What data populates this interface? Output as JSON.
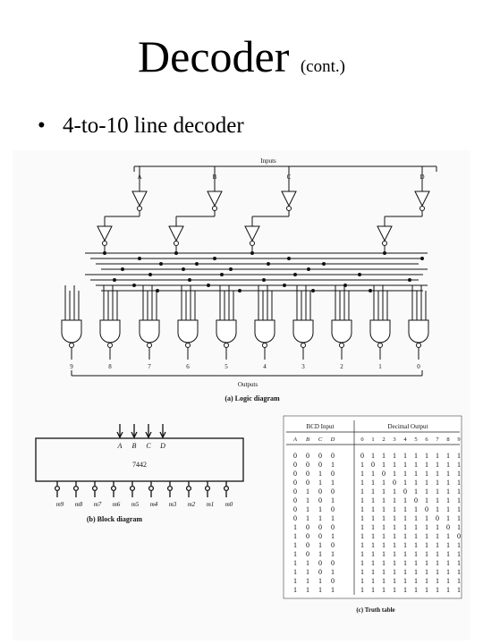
{
  "slide": {
    "title": "Decoder",
    "title_suffix": "(cont.)",
    "bullet_text": "4-to-10 line decoder"
  },
  "logic_diagram": {
    "inputs_label": "Inputs",
    "input_names": [
      "A",
      "B",
      "C",
      "D"
    ],
    "output_numbers": [
      "9",
      "8",
      "7",
      "6",
      "5",
      "4",
      "3",
      "2",
      "1",
      "0"
    ],
    "outputs_label": "Outputs",
    "caption": "(a) Logic diagram"
  },
  "block_diagram": {
    "chip_label": "7442",
    "input_pins": [
      "A",
      "B",
      "C",
      "D"
    ],
    "output_pins": [
      "m9",
      "m8",
      "m7",
      "m6",
      "m5",
      "m4",
      "m3",
      "m2",
      "m1",
      "m0"
    ],
    "caption": "(b) Block diagram"
  },
  "truth_table": {
    "bcd_header": "BCD Input",
    "decimal_header": "Decimal Output",
    "input_columns": [
      "A",
      "B",
      "C",
      "D"
    ],
    "output_columns": [
      "0",
      "1",
      "2",
      "3",
      "4",
      "5",
      "6",
      "7",
      "8",
      "9"
    ],
    "rows": [
      {
        "in": [
          "0",
          "0",
          "0",
          "0"
        ],
        "out": [
          "0",
          "1",
          "1",
          "1",
          "1",
          "1",
          "1",
          "1",
          "1",
          "1"
        ]
      },
      {
        "in": [
          "0",
          "0",
          "0",
          "1"
        ],
        "out": [
          "1",
          "0",
          "1",
          "1",
          "1",
          "1",
          "1",
          "1",
          "1",
          "1"
        ]
      },
      {
        "in": [
          "0",
          "0",
          "1",
          "0"
        ],
        "out": [
          "1",
          "1",
          "0",
          "1",
          "1",
          "1",
          "1",
          "1",
          "1",
          "1"
        ]
      },
      {
        "in": [
          "0",
          "0",
          "1",
          "1"
        ],
        "out": [
          "1",
          "1",
          "1",
          "0",
          "1",
          "1",
          "1",
          "1",
          "1",
          "1"
        ]
      },
      {
        "in": [
          "0",
          "1",
          "0",
          "0"
        ],
        "out": [
          "1",
          "1",
          "1",
          "1",
          "0",
          "1",
          "1",
          "1",
          "1",
          "1"
        ]
      },
      {
        "in": [
          "0",
          "1",
          "0",
          "1"
        ],
        "out": [
          "1",
          "1",
          "1",
          "1",
          "1",
          "0",
          "1",
          "1",
          "1",
          "1"
        ]
      },
      {
        "in": [
          "0",
          "1",
          "1",
          "0"
        ],
        "out": [
          "1",
          "1",
          "1",
          "1",
          "1",
          "1",
          "0",
          "1",
          "1",
          "1"
        ]
      },
      {
        "in": [
          "0",
          "1",
          "1",
          "1"
        ],
        "out": [
          "1",
          "1",
          "1",
          "1",
          "1",
          "1",
          "1",
          "0",
          "1",
          "1"
        ]
      },
      {
        "in": [
          "1",
          "0",
          "0",
          "0"
        ],
        "out": [
          "1",
          "1",
          "1",
          "1",
          "1",
          "1",
          "1",
          "1",
          "0",
          "1"
        ]
      },
      {
        "in": [
          "1",
          "0",
          "0",
          "1"
        ],
        "out": [
          "1",
          "1",
          "1",
          "1",
          "1",
          "1",
          "1",
          "1",
          "1",
          "0"
        ]
      },
      {
        "in": [
          "1",
          "0",
          "1",
          "0"
        ],
        "out": [
          "1",
          "1",
          "1",
          "1",
          "1",
          "1",
          "1",
          "1",
          "1",
          "1"
        ]
      },
      {
        "in": [
          "1",
          "0",
          "1",
          "1"
        ],
        "out": [
          "1",
          "1",
          "1",
          "1",
          "1",
          "1",
          "1",
          "1",
          "1",
          "1"
        ]
      },
      {
        "in": [
          "1",
          "1",
          "0",
          "0"
        ],
        "out": [
          "1",
          "1",
          "1",
          "1",
          "1",
          "1",
          "1",
          "1",
          "1",
          "1"
        ]
      },
      {
        "in": [
          "1",
          "1",
          "0",
          "1"
        ],
        "out": [
          "1",
          "1",
          "1",
          "1",
          "1",
          "1",
          "1",
          "1",
          "1",
          "1"
        ]
      },
      {
        "in": [
          "1",
          "1",
          "1",
          "0"
        ],
        "out": [
          "1",
          "1",
          "1",
          "1",
          "1",
          "1",
          "1",
          "1",
          "1",
          "1"
        ]
      },
      {
        "in": [
          "1",
          "1",
          "1",
          "1"
        ],
        "out": [
          "1",
          "1",
          "1",
          "1",
          "1",
          "1",
          "1",
          "1",
          "1",
          "1"
        ]
      }
    ],
    "caption": "(c) Truth table"
  }
}
